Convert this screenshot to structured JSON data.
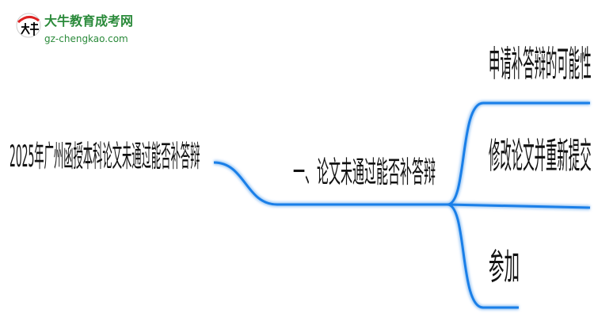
{
  "logo": {
    "brand": "大牛教育成考网",
    "url": "gz-chengkao.com",
    "mark": "大牛"
  },
  "root": "2025年广州函授本科论文未通过能否补答辩",
  "level1": "一、论文未通过能否补答辩",
  "leaves": [
    "申请补答辩的可能性",
    "修改论文并重新提交",
    "参加"
  ],
  "colors": {
    "line": "#1a7fe8",
    "text": "#111111",
    "brand": "#2a8a3a"
  }
}
